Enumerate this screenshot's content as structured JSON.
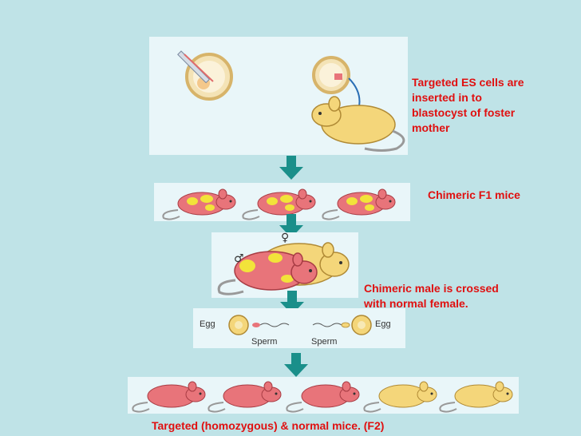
{
  "labels": {
    "step1": [
      "Targeted ES cells are",
      "inserted in to",
      "blastocyst of foster",
      "mother"
    ],
    "step2": "Chimeric F1 mice",
    "step3": [
      "Chimeric male is crossed",
      "with normal female."
    ],
    "step4": "Targeted (homozygous) & normal mice. (F2)"
  },
  "symbols": {
    "female": "♀",
    "male": "♂"
  },
  "germ": {
    "egg": "Egg",
    "sperm": "Sperm"
  },
  "colors": {
    "pink_mouse": "#e8747a",
    "yellow_mouse": "#f4d67a",
    "patch": "#f2e33a",
    "arrow": "#1a8f8a",
    "label": "#e01010"
  }
}
